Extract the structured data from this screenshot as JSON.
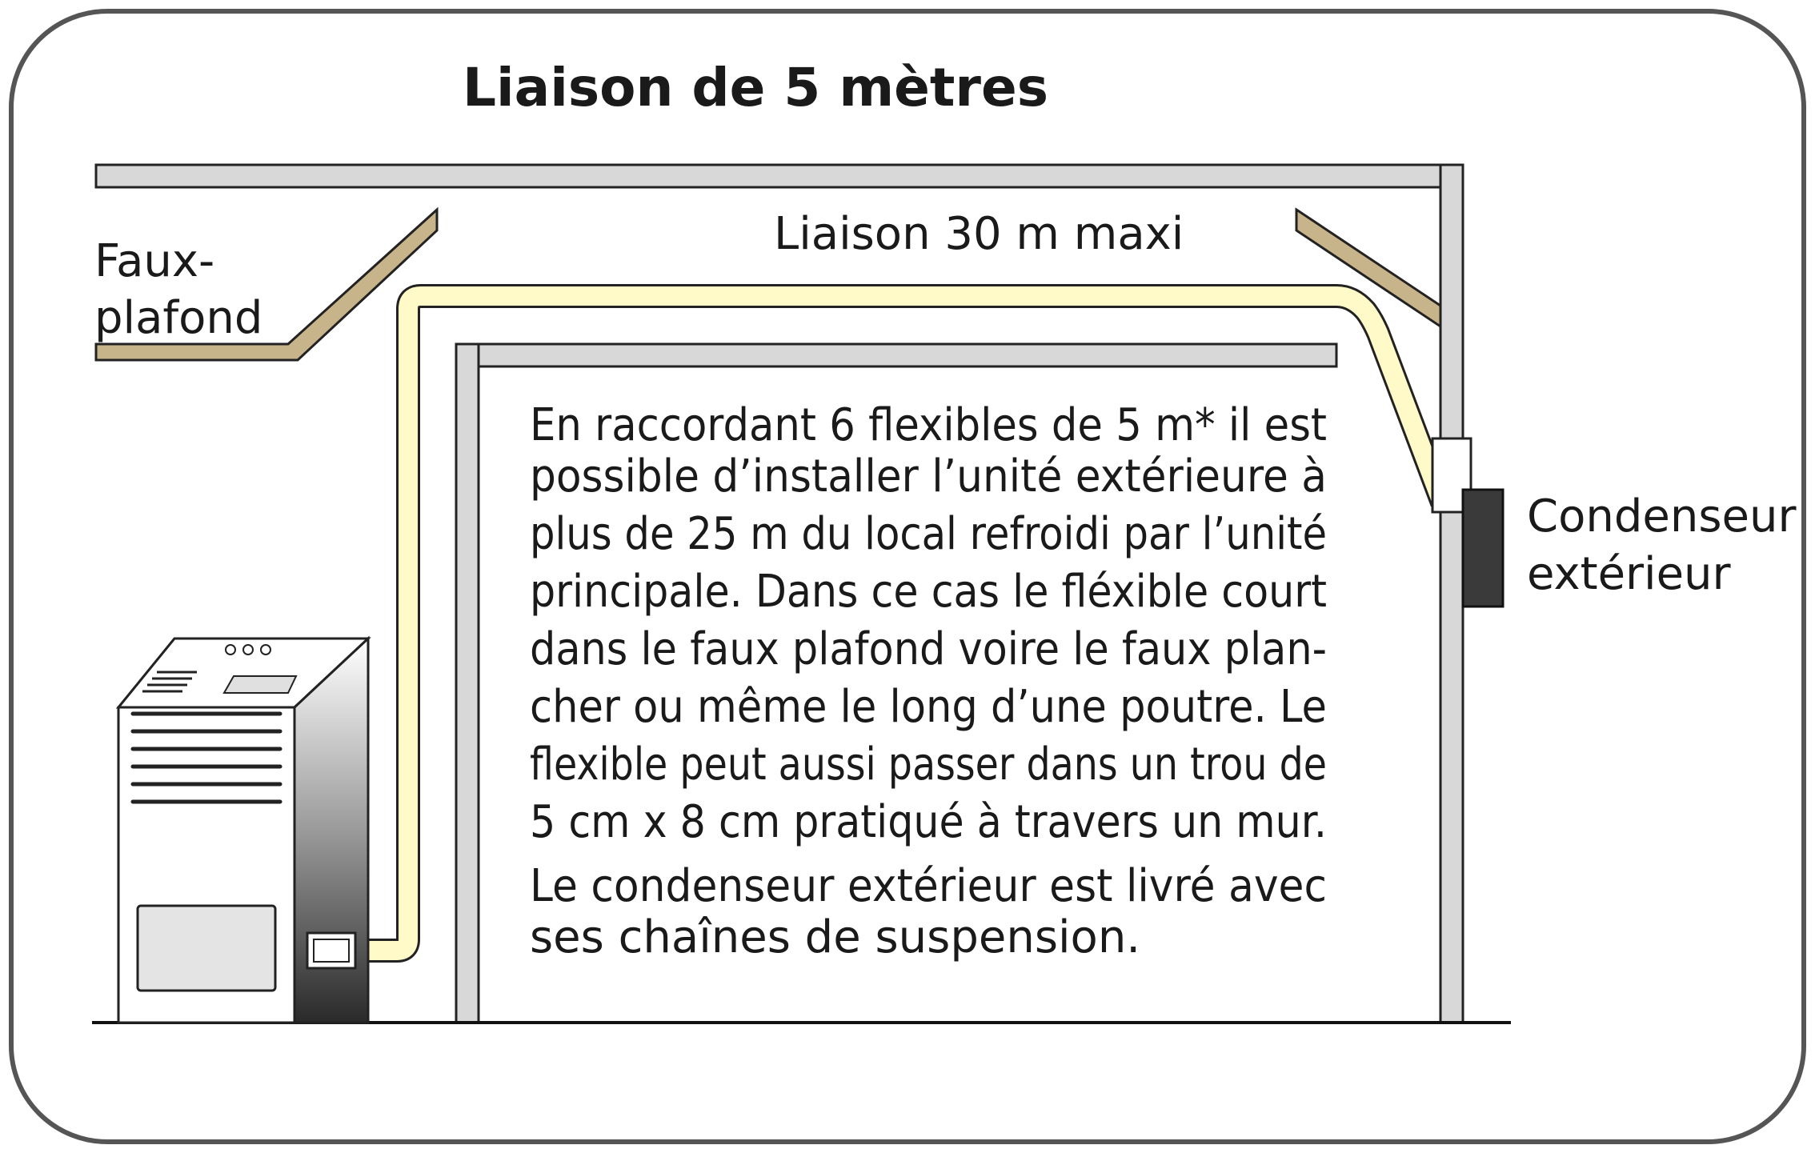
{
  "title": "Liaison de 5 mètres",
  "labels": {
    "link_max": "Liaison 30 m maxi",
    "false_ceiling_line1": "Faux-",
    "false_ceiling_line2": "plafond",
    "condenser_line1": "Condenseur",
    "condenser_line2": "extérieur"
  },
  "description": {
    "lines": [
      "En raccordant 6 flexibles de 5 m* il est",
      "possible d’installer l’unité extérieure à",
      "plus de 25 m du local refroidi par l’unité",
      "principale. Dans ce cas le fléxible court",
      "dans le faux plafond voire le faux plan-",
      "cher ou même le long d’une poutre. Le",
      "flexible peut aussi passer dans un trou de",
      "5 cm x 8 cm pratiqué à travers un mur."
    ],
    "note_lines": [
      "Le condenseur extérieur est livré avec",
      "ses chaînes de suspension."
    ]
  },
  "colors": {
    "wall": "#d8d8d8",
    "ceiling_panel": "#c8b48a",
    "hose": "#fffac8",
    "condenser": "#3a3a3a",
    "frame": "#555555"
  }
}
